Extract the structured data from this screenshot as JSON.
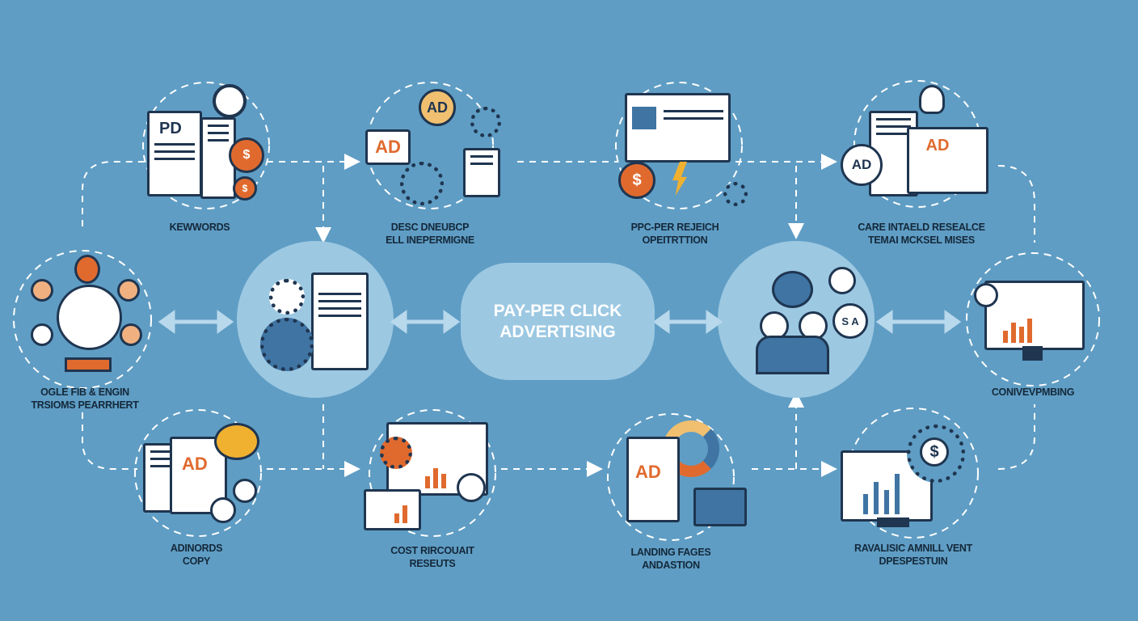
{
  "center": {
    "line1": "PAY-PER CLICK",
    "line2": "ADVERTISING"
  },
  "nodes": [
    {
      "id": "keywords",
      "label1": "KEWWORDS",
      "label2": "",
      "icon_text": "PD"
    },
    {
      "id": "desc",
      "label1": "DESC DNEUBCP",
      "label2": "ELL INEPERMIGNE",
      "icon_text": "AD",
      "icon_text2": "AD"
    },
    {
      "id": "ppc-research",
      "label1": "PPC-PER REJEICH",
      "label2": "OPEITRTTION",
      "icon_text": "$"
    },
    {
      "id": "care",
      "label1": "CARE INTAELD RESEALCE",
      "label2": "TEMAI MCKSEL MISES",
      "icon_text": "AD",
      "icon_text2": "AD"
    },
    {
      "id": "search-engine",
      "label1": "OGLE FIB & ENGIN",
      "label2": "TRSIOMS PEARRHERT"
    },
    {
      "id": "conversion",
      "label1": "CONIVEVPMBING",
      "label2": ""
    },
    {
      "id": "adwords",
      "label1": "ADINORDS",
      "label2": "COPY",
      "icon_text": "AD"
    },
    {
      "id": "cost",
      "label1": "COST RIRCOUAIT",
      "label2": "RESEUTS"
    },
    {
      "id": "landing",
      "label1": "LANDING FAGES",
      "label2": "ANDASTION",
      "icon_text": "AD"
    },
    {
      "id": "ravalisic",
      "label1": "RAVALISIC AMNILL VENT",
      "label2": "DPESPESTUIN",
      "icon_text": "$"
    }
  ],
  "hubs": {
    "audience_icon_text": "S A"
  },
  "colors": {
    "background": "#5f9dc4",
    "accent": "#e06a2e",
    "ink": "#1f3550",
    "hub": "#9cc8e2"
  }
}
